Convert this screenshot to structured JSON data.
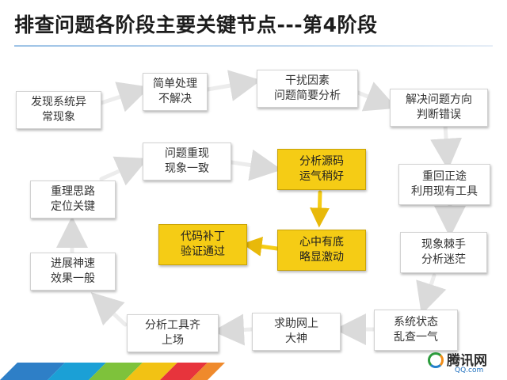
{
  "title": "排查问题各阶段主要关键节点---第4阶段",
  "nodes": {
    "n1": "发现系统异\n常现象",
    "n2": "简单处理\n不解决",
    "n3": "干扰因素\n问题简要分析",
    "n4": "解决问题方向\n判断错误",
    "n5": "重回正途\n利用现有工具",
    "n6": "现象棘手\n分析迷茫",
    "n7": "系统状态\n乱查一气",
    "n8": "求助网上\n大神",
    "n9": "分析工具齐\n上场",
    "n10": "进展神速\n效果一般",
    "n11": "重理思路\n定位关键",
    "n12": "问题重现\n现象一致",
    "n13": "分析源码\n运气稍好",
    "n14": "心中有底\n略显激动",
    "n15": "代码补丁\n验证通过"
  },
  "colors": {
    "highlight": "#f5cc15",
    "node_bg": "#ffffff",
    "arrow": "#ececec"
  },
  "logo": {
    "name": "腾讯网",
    "domain": "QQ.com"
  }
}
